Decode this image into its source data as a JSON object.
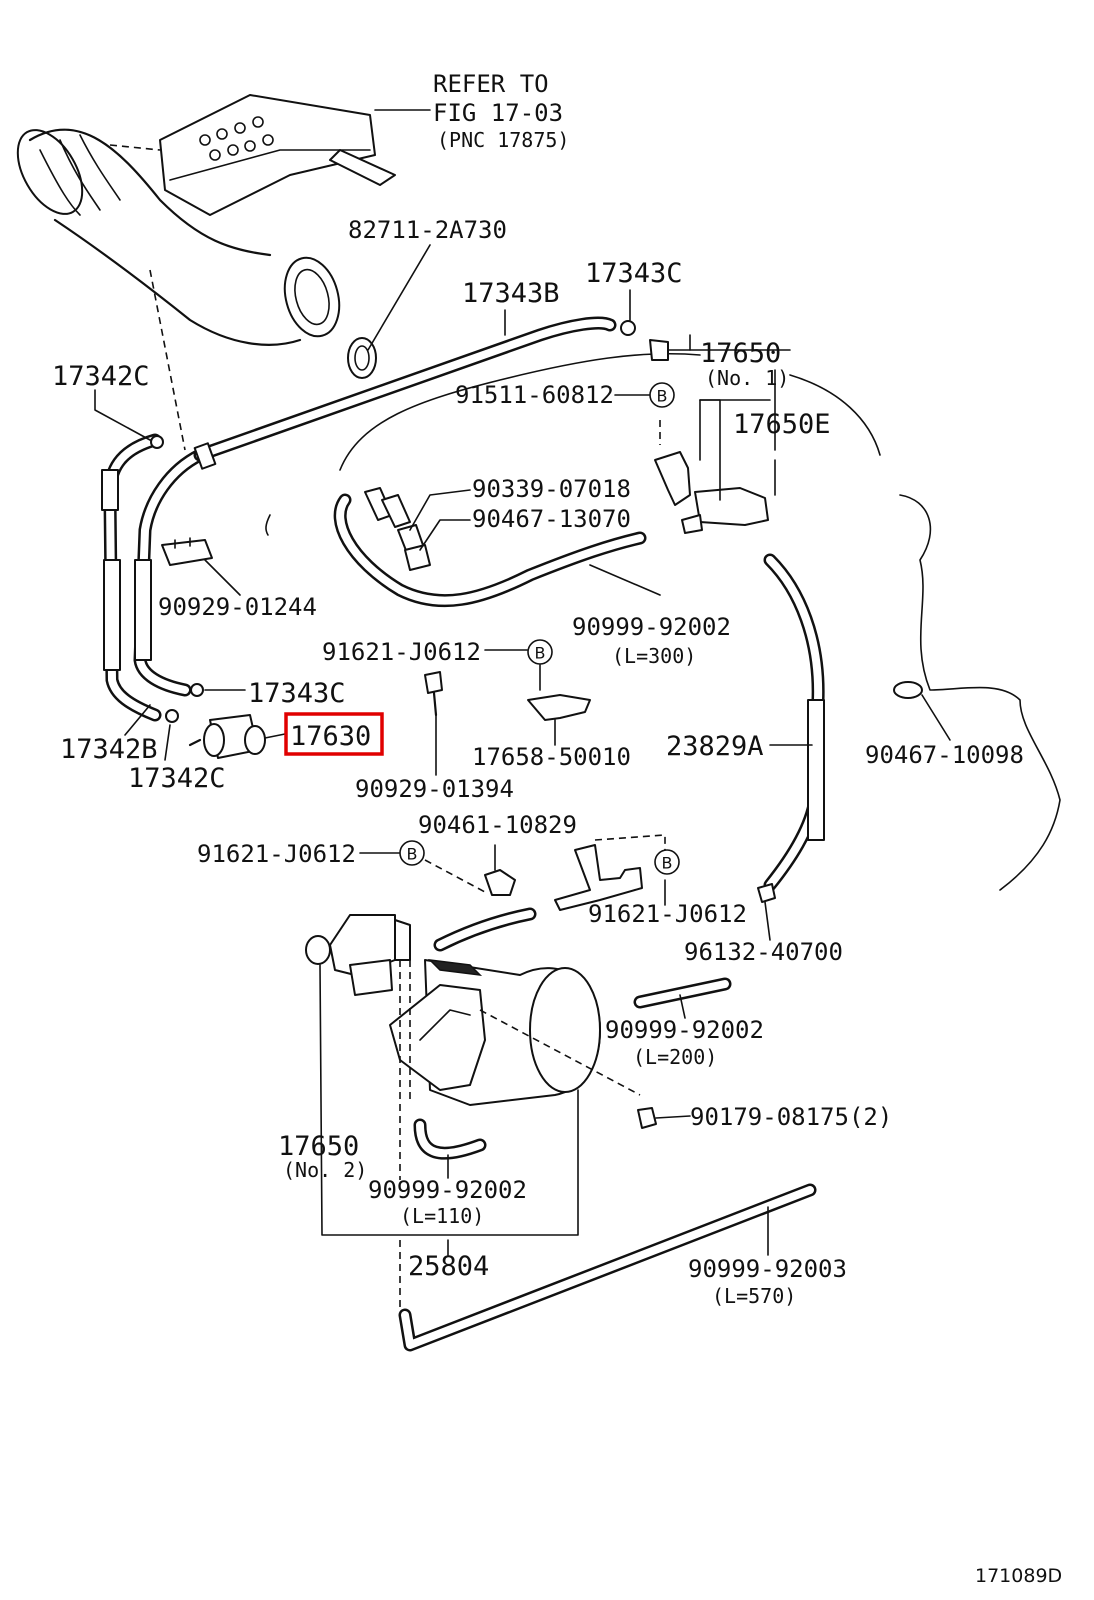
{
  "diagram": {
    "figure_number": "171089D",
    "highlight_color": "#e00000",
    "refer_note": {
      "line1": "REFER TO",
      "line2": "FIG 17-03",
      "line3": "(PNC 17875)"
    },
    "labels": {
      "p82711": "82711-2A730",
      "p17343B": "17343B",
      "p17343C_top": "17343C",
      "p17650": "17650",
      "p17650_no1": "(No. 1)",
      "p17342C_top": "17342C",
      "p91511": "91511-60812",
      "p17650E": "17650E",
      "p90339": "90339-07018",
      "p90467_13070": "90467-13070",
      "p90929_01244": "90929-01244",
      "p90999_300": "90999-92002",
      "p90999_300_len": "(L=300)",
      "p91621_a": "91621-J0612",
      "p17343C_mid": "17343C",
      "p17630": "17630",
      "p17342B": "17342B",
      "p17342C_bot": "17342C",
      "p17658": "17658-50010",
      "p23829A": "23829A",
      "p90467_10098": "90467-10098",
      "p90929_01394": "90929-01394",
      "p90461": "90461-10829",
      "p91621_b": "91621-J0612",
      "p91621_c": "91621-J0612",
      "p96132": "96132-40700",
      "p90999_200": "90999-92002",
      "p90999_200_len": "(L=200)",
      "p90179": "90179-08175(2)",
      "p17650_2": "17650",
      "p17650_no2": "(No. 2)",
      "p90999_110": "90999-92002",
      "p90999_110_len": "(L=110)",
      "p25804": "25804",
      "p90999_570": "90999-92003",
      "p90999_570_len": "(L=570)"
    },
    "callout_letter": "B"
  }
}
